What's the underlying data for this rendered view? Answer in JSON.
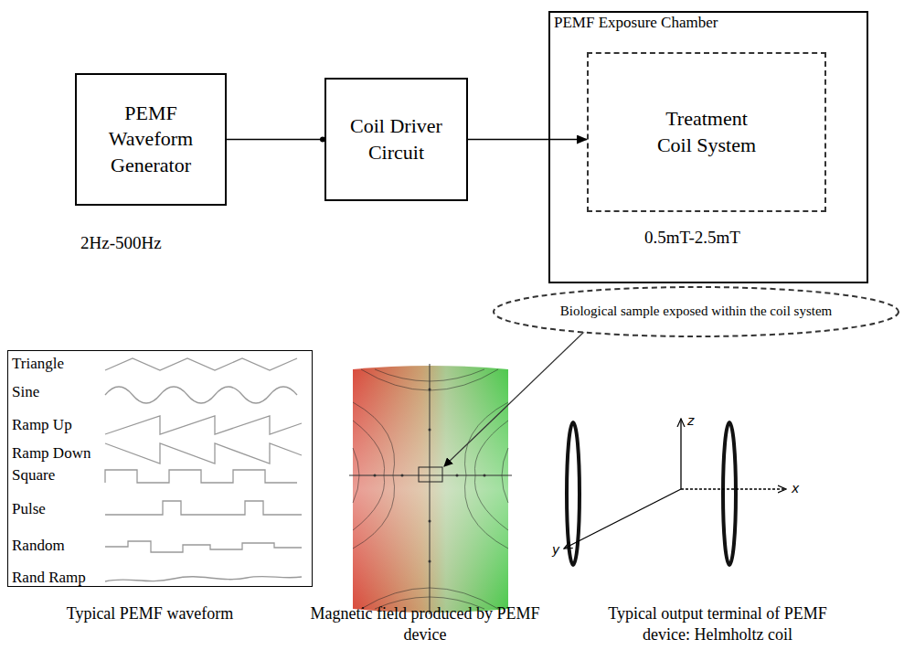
{
  "diagram": {
    "nodes": [
      {
        "text": [
          "PEMF Waveform Generator"
        ]
      },
      {
        "text": [
          "Coil Driver Circuit"
        ]
      },
      {
        "text": [
          "PEMF Exposure Chamber",
          "0.5mT-2.5mT"
        ]
      },
      {
        "text": [
          "Treatment Coil System"
        ],
        "in": 2
      },
      {
        "text": [
          "Biological sample exposed within the coil system"
        ]
      },
      {
        "text": [
          "Triangle",
          "Sine",
          "Ramp Up",
          "Ramp Down",
          "Square",
          "Pulse",
          "Random",
          "Rand Ramp"
        ]
      }
    ],
    "edges": [
      {
        "from": 0,
        "to": 1,
        "arrow": "none"
      },
      {
        "from": 1,
        "to": 3,
        "arrow": "to"
      }
    ],
    "labels": [
      "2Hz-500Hz",
      "Typical PEMF waveform",
      "Magnetic field produced by PEMF device",
      "Typical output terminal of PEMF device: Helmholtz coil",
      "z",
      "x",
      "y"
    ]
  }
}
